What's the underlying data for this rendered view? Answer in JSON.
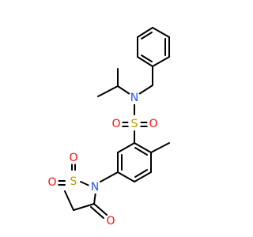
{
  "molecule": {
    "atoms": {
      "nitrogen_amide": {
        "text": "N",
        "color": "#3050F8"
      },
      "nitrogen_ring": {
        "text": "N",
        "color": "#3050F8"
      },
      "sulfur_sulfonamide": {
        "text": "S",
        "color": "#B8A000"
      },
      "sulfur_ring": {
        "text": "S",
        "color": "#B8A000"
      },
      "oxygen_sulfonamide_left": {
        "text": "O",
        "color": "#FF0D0D"
      },
      "oxygen_sulfonamide_right": {
        "text": "O",
        "color": "#FF0D0D"
      },
      "oxygen_ring_top": {
        "text": "O",
        "color": "#FF0D0D"
      },
      "oxygen_ring_left": {
        "text": "O",
        "color": "#FF0D0D"
      },
      "oxygen_carbonyl": {
        "text": "O",
        "color": "#FF0D0D"
      }
    },
    "bond_color": "#000000"
  }
}
